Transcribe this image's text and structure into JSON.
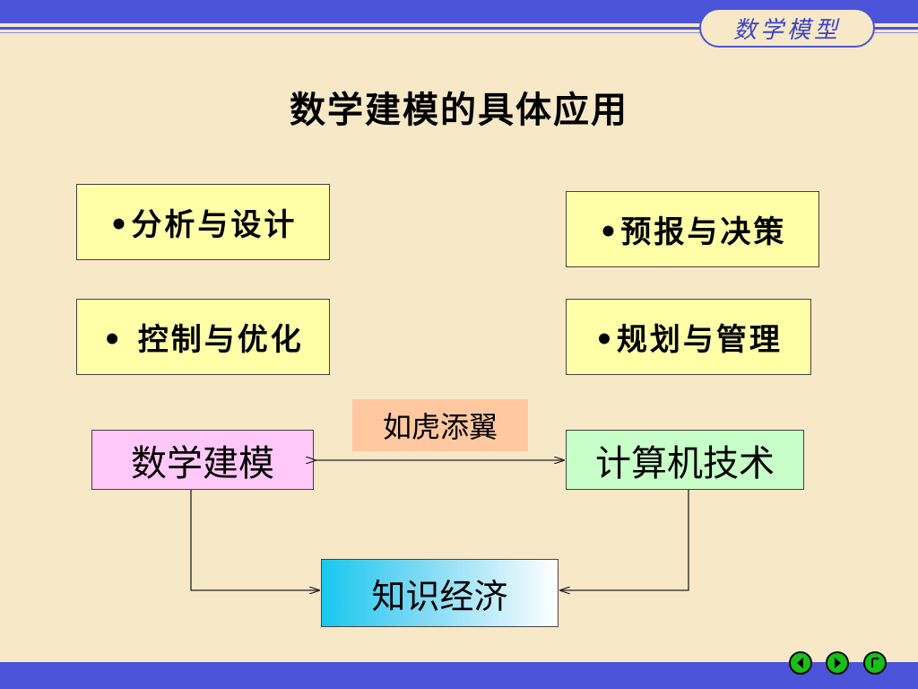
{
  "header": {
    "badge": "数学模型"
  },
  "title": "数学建模的具体应用",
  "applications": [
    {
      "label": "•分析与设计"
    },
    {
      "label": "•预报与决策"
    },
    {
      "label": "• 控制与优化"
    },
    {
      "label": "•规划与管理"
    }
  ],
  "diagram": {
    "left_node": "数学建模",
    "right_node": "计算机技术",
    "relation_label": "如虎添翼",
    "result_node": "知识经济"
  },
  "nav": {
    "prev_icon": "previous-arrow-icon",
    "next_icon": "next-arrow-icon",
    "return_icon": "return-icon"
  }
}
